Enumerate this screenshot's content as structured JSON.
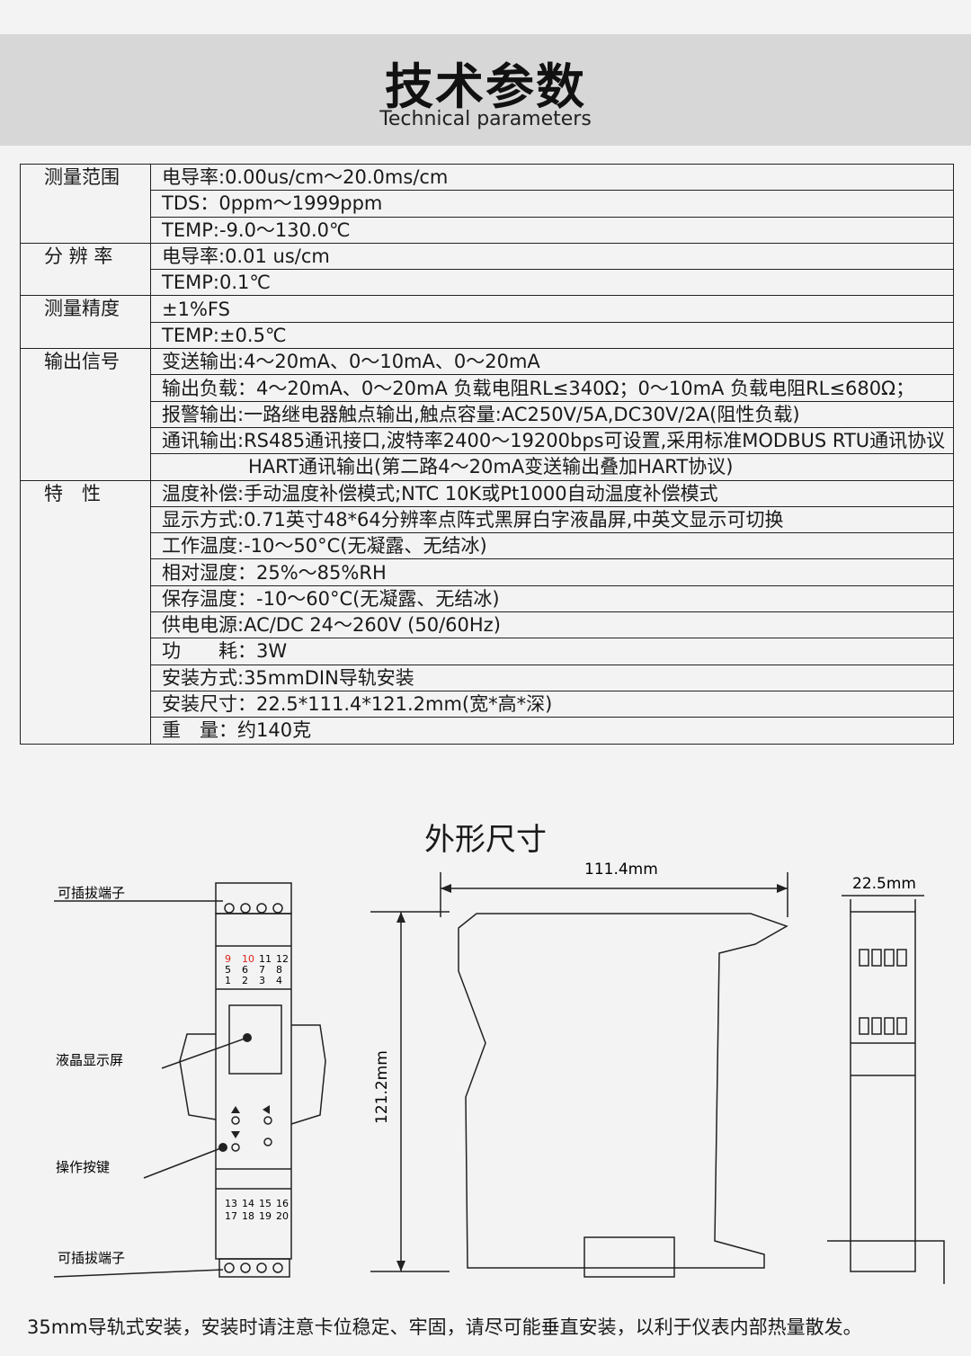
{
  "title": "技术参数",
  "subtitle": "Technical parameters",
  "spec_rows": [
    {
      "category": "测量范围",
      "span": 3,
      "value": "电导率:0.00us/cm～20.0ms/cm"
    },
    {
      "value": "TDS：0ppm～1999ppm"
    },
    {
      "value": "TEMP:-9.0～130.0℃"
    },
    {
      "category": "分 辨 率",
      "span": 2,
      "value": "电导率:0.01 us/cm"
    },
    {
      "value": "TEMP:0.1℃"
    },
    {
      "category": "测量精度",
      "span": 2,
      "value": "±1%FS"
    },
    {
      "value": "TEMP:±0.5℃"
    },
    {
      "category": "输出信号",
      "span": 5,
      "value": "变送输出:4～20mA、0～10mA、0～20mA"
    },
    {
      "value": "输出负载：4～20mA、0～20mA 负载电阻RL≤340Ω；0～10mA 负载电阻RL≤680Ω；"
    },
    {
      "value": "报警输出:一路继电器触点输出,触点容量:AC250V/5A,DC30V/2A(阻性负载)"
    },
    {
      "value": "通讯输出:RS485通讯接口,波特率2400～19200bps可设置,采用标准MODBUS RTU通讯协议"
    },
    {
      "value": "HART通讯输出(第二路4～20mA变送输出叠加HART协议)",
      "indent": true
    },
    {
      "category": "特　性",
      "span": 10,
      "value": "温度补偿:手动温度补偿模式;NTC 10K或Pt1000自动温度补偿模式"
    },
    {
      "value": "显示方式:0.71英寸48*64分辨率点阵式黑屏白字液晶屏,中英文显示可切换"
    },
    {
      "value": "工作温度:-10～50°C(无凝露、无结冰)"
    },
    {
      "value": "相对湿度：25%～85%RH"
    },
    {
      "value": "保存温度：-10～60°C(无凝露、无结冰)"
    },
    {
      "value": "供电电源:AC/DC 24～260V (50/60Hz)"
    },
    {
      "value": "功　　耗：3W"
    },
    {
      "value": "安装方式:35mmDIN导轨安装"
    },
    {
      "value": "安装尺寸：22.5*111.4*121.2mm(宽*高*深)"
    },
    {
      "value": "重　量：约140克"
    }
  ],
  "drawing": {
    "title": "外形尺寸",
    "labels": {
      "top_terminal": "可插拔端子",
      "lcd": "液晶显示屏",
      "keys": "操作按键",
      "bottom_terminal": "可插拔端子"
    },
    "terminals": {
      "row1": [
        "9",
        "10",
        "11",
        "12"
      ],
      "row2": [
        "5",
        "6",
        "7",
        "8"
      ],
      "row3": [
        "1",
        "2",
        "3",
        "4"
      ],
      "row4": [
        "13",
        "14",
        "15",
        "16"
      ],
      "row5": [
        "17",
        "18",
        "19",
        "20"
      ]
    },
    "dims": {
      "width": "111.4mm",
      "height": "121.2mm",
      "depth": "22.5mm"
    },
    "accent": "#e0241b"
  },
  "footer": "35mm导轨式安装，安装时请注意卡位稳定、牢固，请尽可能垂直安装，以利于仪表内部热量散发。"
}
